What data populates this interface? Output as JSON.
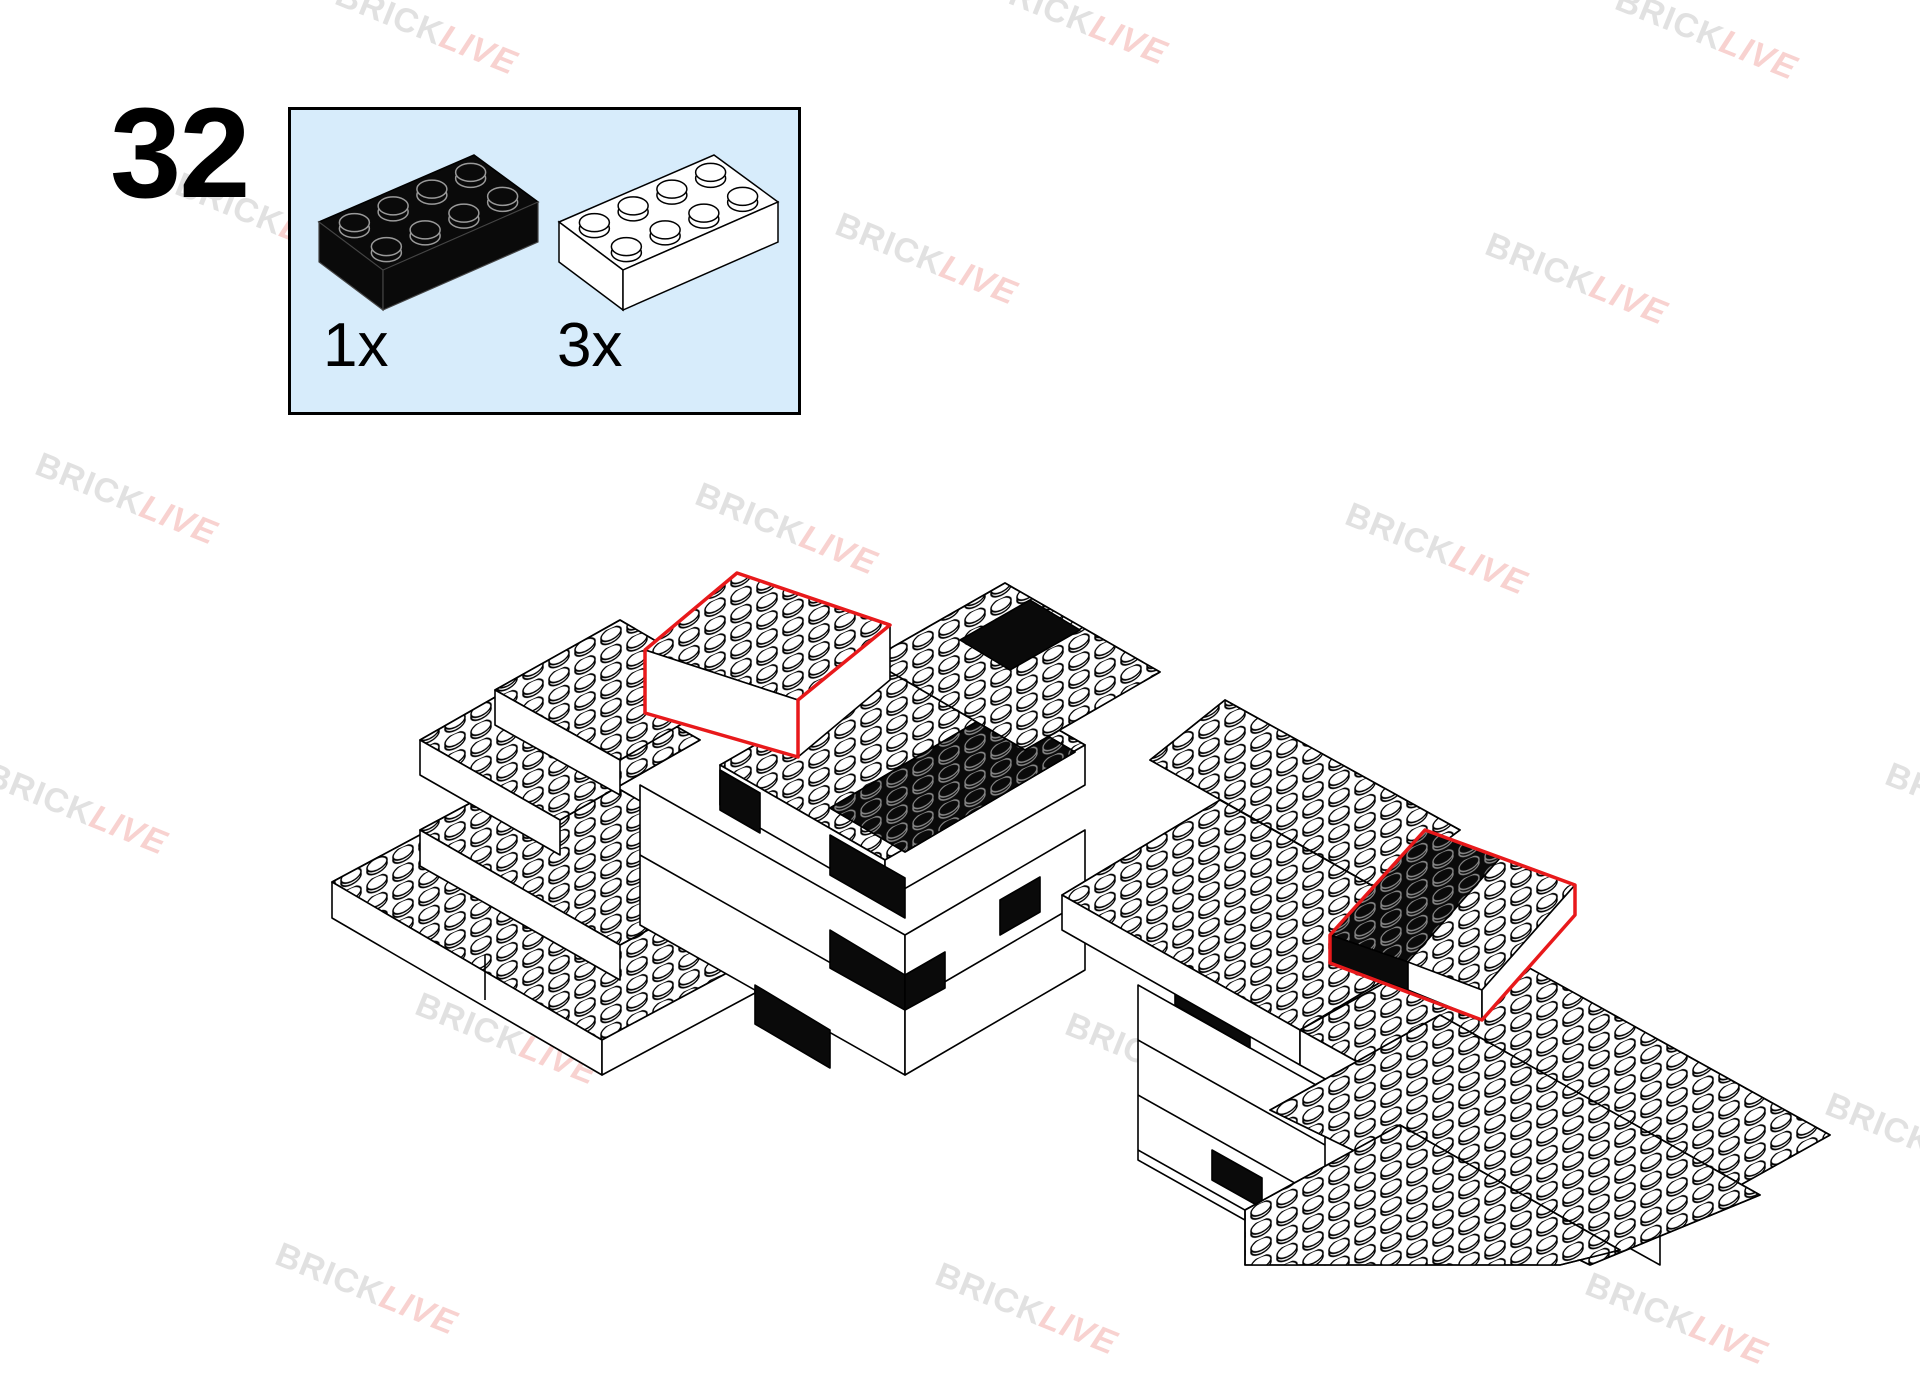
{
  "step": {
    "number": "32"
  },
  "parts": [
    {
      "name": "black 2x4 brick",
      "color": "#0a0a0a",
      "quantity_label": "1x",
      "studs": "2x4"
    },
    {
      "name": "white 2x4 brick",
      "color": "#ffffff",
      "quantity_label": "3x",
      "studs": "2x4"
    }
  ],
  "watermark": {
    "part1": "BRICK",
    "part2": "LIVE",
    "color_part1": "#7a7a7a",
    "color_part2": "#e0352f"
  },
  "colors": {
    "panel_background": "#d7ecfb",
    "highlight": "#e8191b",
    "brick_black": "#0a0a0a",
    "outline": "#000000"
  }
}
